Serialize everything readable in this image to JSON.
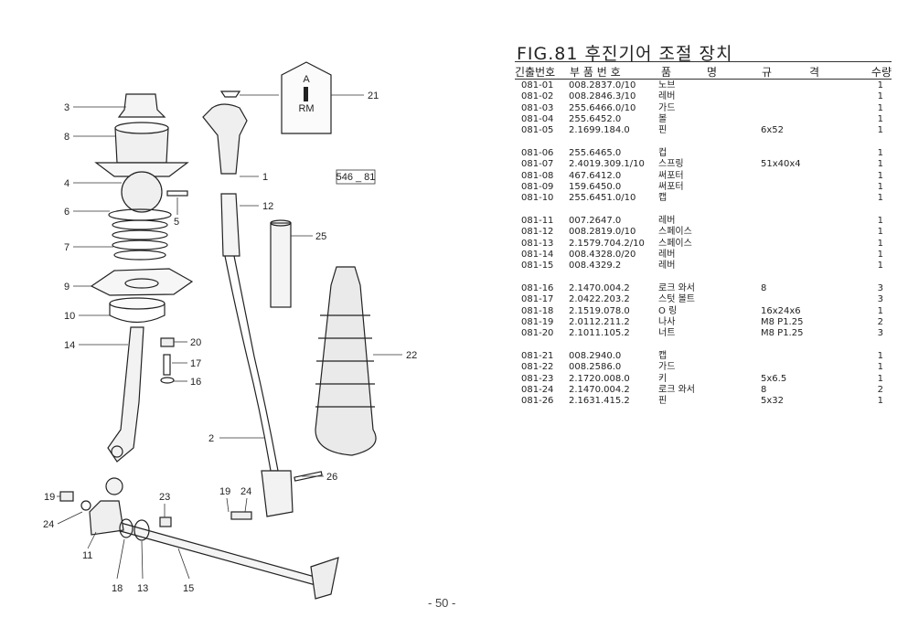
{
  "figure": {
    "title": "FIG.81 후진기어 조절 장치",
    "diagram_code": "546 _ 81",
    "label_plate": [
      "A",
      "RM"
    ]
  },
  "table": {
    "headers": {
      "no": "긴출번호",
      "part_no": "부 품 번 호",
      "name_1": "품",
      "name_2": "명",
      "spec_1": "규",
      "spec_2": "격",
      "qty": "수량"
    },
    "rows": [
      {
        "no": "081-01",
        "part_no": "008.2837.0/10",
        "name": "노브",
        "spec": "",
        "qty": "1"
      },
      {
        "no": "081-02",
        "part_no": "008.2846.3/10",
        "name": "레버",
        "spec": "",
        "qty": "1"
      },
      {
        "no": "081-03",
        "part_no": "255.6466.0/10",
        "name": "가드",
        "spec": "",
        "qty": "1"
      },
      {
        "no": "081-04",
        "part_no": "255.6452.0",
        "name": "볼",
        "spec": "",
        "qty": "1"
      },
      {
        "no": "081-05",
        "part_no": "2.1699.184.0",
        "name": "핀",
        "spec": "6x52",
        "qty": "1"
      },
      {
        "no": "081-06",
        "part_no": "255.6465.0",
        "name": "컵",
        "spec": "",
        "qty": "1"
      },
      {
        "no": "081-07",
        "part_no": "2.4019.309.1/10",
        "name": "스프링",
        "spec": "51x40x4",
        "qty": "1"
      },
      {
        "no": "081-08",
        "part_no": "467.6412.0",
        "name": "써포터",
        "spec": "",
        "qty": "1"
      },
      {
        "no": "081-09",
        "part_no": "159.6450.0",
        "name": "써포터",
        "spec": "",
        "qty": "1"
      },
      {
        "no": "081-10",
        "part_no": "255.6451.0/10",
        "name": "캡",
        "spec": "",
        "qty": "1"
      },
      {
        "no": "081-11",
        "part_no": "007.2647.0",
        "name": "레버",
        "spec": "",
        "qty": "1"
      },
      {
        "no": "081-12",
        "part_no": "008.2819.0/10",
        "name": "스페이스",
        "spec": "",
        "qty": "1"
      },
      {
        "no": "081-13",
        "part_no": "2.1579.704.2/10",
        "name": "스페이스",
        "spec": "",
        "qty": "1"
      },
      {
        "no": "081-14",
        "part_no": "008.4328.0/20",
        "name": "레버",
        "spec": "",
        "qty": "1"
      },
      {
        "no": "081-15",
        "part_no": "008.4329.2",
        "name": "레버",
        "spec": "",
        "qty": "1"
      },
      {
        "no": "081-16",
        "part_no": "2.1470.004.2",
        "name": "로크 와서",
        "spec": "8",
        "qty": "3"
      },
      {
        "no": "081-17",
        "part_no": "2.0422.203.2",
        "name": "스텃 볼트",
        "spec": "",
        "qty": "3"
      },
      {
        "no": "081-18",
        "part_no": "2.1519.078.0",
        "name": "O 링",
        "spec": "16x24x6",
        "qty": "1"
      },
      {
        "no": "081-19",
        "part_no": "2.0112.211.2",
        "name": "나사",
        "spec": "M8 P1.25",
        "qty": "2"
      },
      {
        "no": "081-20",
        "part_no": "2.1011.105.2",
        "name": "너트",
        "spec": "M8 P1.25",
        "qty": "3"
      },
      {
        "no": "081-21",
        "part_no": "008.2940.0",
        "name": "캡",
        "spec": "",
        "qty": "1"
      },
      {
        "no": "081-22",
        "part_no": "008.2586.0",
        "name": "가드",
        "spec": "",
        "qty": "1"
      },
      {
        "no": "081-23",
        "part_no": "2.1720.008.0",
        "name": "키",
        "spec": "5x6.5",
        "qty": "1"
      },
      {
        "no": "081-24",
        "part_no": "2.1470.004.2",
        "name": "로크 와서",
        "spec": "8",
        "qty": "2"
      },
      {
        "no": "081-26",
        "part_no": "2.1631.415.2",
        "name": "핀",
        "spec": "5x32",
        "qty": "1"
      }
    ]
  },
  "callouts": [
    "3",
    "8",
    "4",
    "6",
    "7",
    "9",
    "10",
    "14",
    "5",
    "1",
    "12",
    "25",
    "21",
    "22",
    "20",
    "17",
    "16",
    "2",
    "26",
    "23",
    "19",
    "24",
    "11",
    "18",
    "13",
    "15",
    "19",
    "24"
  ],
  "footer": {
    "page": "- 50 -"
  }
}
